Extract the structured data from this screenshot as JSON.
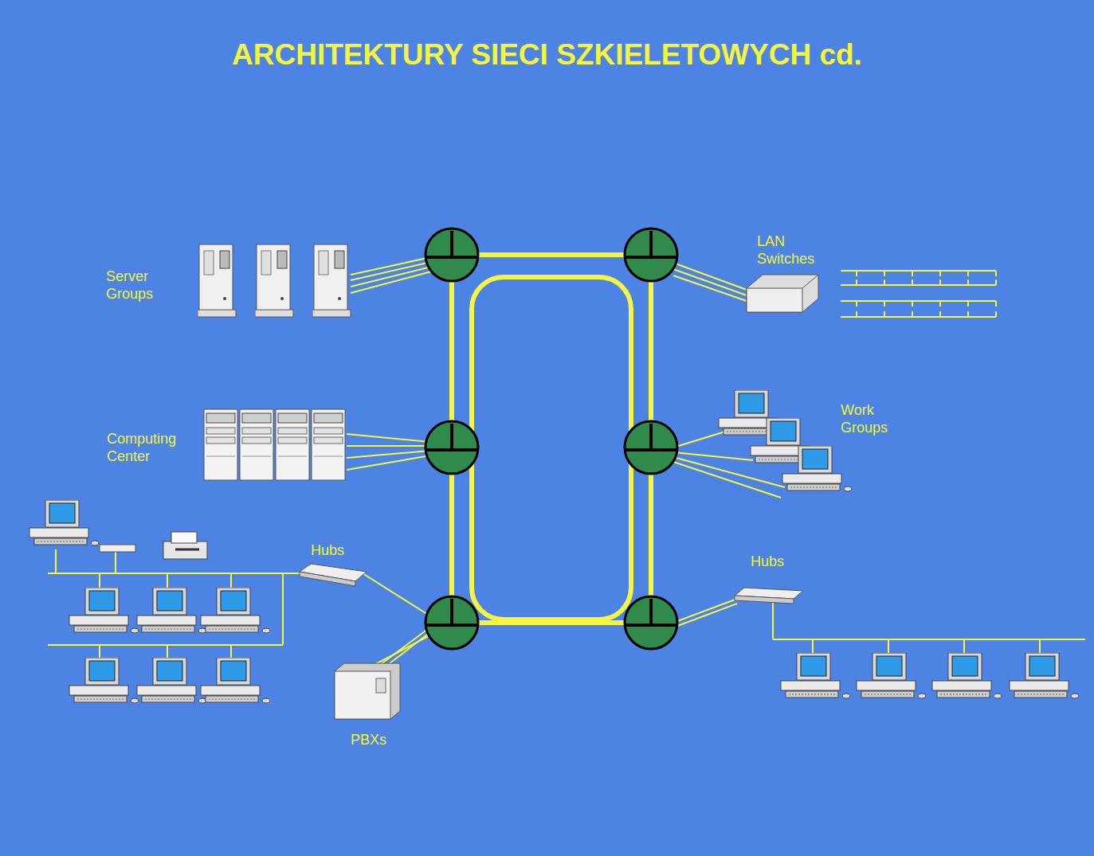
{
  "diagram": {
    "title": "ARCHITEKTURY SIECI SZKIELETOWYCH cd.",
    "labels": [
      "Server Groups",
      "LAN Switches",
      "Computing Center",
      "Work Groups",
      "Hubs",
      "Hubs",
      "PBXs"
    ]
  }
}
